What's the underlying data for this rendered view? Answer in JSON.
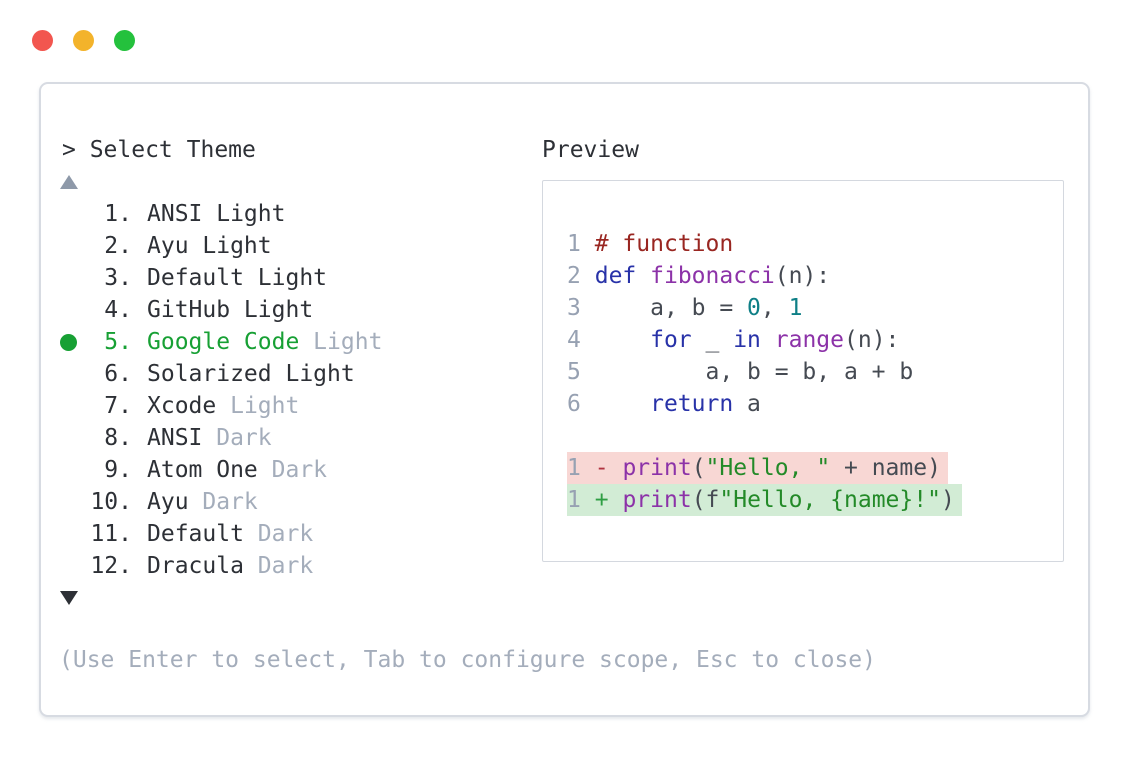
{
  "colors": {
    "traffic_red": "#f2564f",
    "traffic_yellow": "#f3b32b",
    "traffic_green": "#24c13d",
    "panel_border": "#d7dbe2",
    "text_dark": "#2d3036",
    "text_muted": "#a4adbb",
    "line_number": "#97a1b2",
    "selected_green": "#17a034",
    "scroll_up": "#8e99a9",
    "code_plain": "#454a52",
    "code_comment": "#992621",
    "code_keyword": "#2832a8",
    "code_function": "#8c32a8",
    "code_literal": "#0e7f86",
    "code_string": "#238a28",
    "diff_minus": "#b03340",
    "diff_plus": "#2f9e44",
    "removed_bg": "#f8d7d4",
    "added_bg": "#d2ecd5"
  },
  "window": {
    "controls": [
      "close",
      "minimize",
      "maximize"
    ]
  },
  "picker": {
    "prompt": "> Select Theme",
    "hint": "(Use Enter to select, Tab to configure scope, Esc to close)",
    "scroll_up_icon": "triangle-up",
    "scroll_down_icon": "triangle-down"
  },
  "theme_list": {
    "selected_index": 5,
    "items": [
      {
        "number": "1.",
        "primary": "ANSI Light",
        "secondary": "",
        "selected": false
      },
      {
        "number": "2.",
        "primary": "Ayu Light",
        "secondary": "",
        "selected": false
      },
      {
        "number": "3.",
        "primary": "Default Light",
        "secondary": "",
        "selected": false
      },
      {
        "number": "4.",
        "primary": "GitHub Light",
        "secondary": "",
        "selected": false
      },
      {
        "number": "5.",
        "primary": "Google Code",
        "secondary": "Light",
        "selected": true
      },
      {
        "number": "6.",
        "primary": "Solarized Light",
        "secondary": "",
        "selected": false
      },
      {
        "number": "7.",
        "primary": "Xcode",
        "secondary": "Light",
        "selected": false
      },
      {
        "number": "8.",
        "primary": "ANSI",
        "secondary": "Dark",
        "selected": false
      },
      {
        "number": "9.",
        "primary": "Atom One",
        "secondary": "Dark",
        "selected": false
      },
      {
        "number": "10.",
        "primary": "Ayu",
        "secondary": "Dark",
        "selected": false
      },
      {
        "number": "11.",
        "primary": "Default",
        "secondary": "Dark",
        "selected": false
      },
      {
        "number": "12.",
        "primary": "Dracula",
        "secondary": "Dark",
        "selected": false
      }
    ]
  },
  "preview": {
    "label": "Preview",
    "lines": [
      {
        "kind": "code",
        "segments": [
          {
            "text": "1",
            "style": "num"
          },
          {
            "text": " ",
            "style": "pln"
          },
          {
            "text": "# function",
            "style": "com"
          }
        ]
      },
      {
        "kind": "code",
        "segments": [
          {
            "text": "2",
            "style": "num"
          },
          {
            "text": " ",
            "style": "pln"
          },
          {
            "text": "def",
            "style": "kwd"
          },
          {
            "text": " ",
            "style": "pln"
          },
          {
            "text": "fibonacci",
            "style": "fn"
          },
          {
            "text": "(n):",
            "style": "pln"
          }
        ]
      },
      {
        "kind": "code",
        "segments": [
          {
            "text": "3",
            "style": "num"
          },
          {
            "text": "     a, b = ",
            "style": "pln"
          },
          {
            "text": "0",
            "style": "lit"
          },
          {
            "text": ", ",
            "style": "pln"
          },
          {
            "text": "1",
            "style": "lit"
          }
        ]
      },
      {
        "kind": "code",
        "segments": [
          {
            "text": "4",
            "style": "num"
          },
          {
            "text": "     ",
            "style": "pln"
          },
          {
            "text": "for",
            "style": "kwd"
          },
          {
            "text": " _ ",
            "style": "pln"
          },
          {
            "text": "in",
            "style": "kwd"
          },
          {
            "text": " ",
            "style": "pln"
          },
          {
            "text": "range",
            "style": "fn"
          },
          {
            "text": "(n):",
            "style": "pln"
          }
        ]
      },
      {
        "kind": "code",
        "segments": [
          {
            "text": "5",
            "style": "num"
          },
          {
            "text": "         a, b = b, a + b",
            "style": "pln"
          }
        ]
      },
      {
        "kind": "code",
        "segments": [
          {
            "text": "6",
            "style": "num"
          },
          {
            "text": "     ",
            "style": "pln"
          },
          {
            "text": "return",
            "style": "kwd"
          },
          {
            "text": " a",
            "style": "pln"
          }
        ]
      },
      {
        "kind": "blank",
        "segments": []
      },
      {
        "kind": "removed",
        "segments": [
          {
            "text": "1",
            "style": "num"
          },
          {
            "text": " ",
            "style": "pln"
          },
          {
            "text": "-",
            "style": "del"
          },
          {
            "text": " ",
            "style": "pln"
          },
          {
            "text": "print",
            "style": "fn"
          },
          {
            "text": "(",
            "style": "pln"
          },
          {
            "text": "\"Hello, \"",
            "style": "str"
          },
          {
            "text": " + name)",
            "style": "pln"
          }
        ]
      },
      {
        "kind": "added",
        "segments": [
          {
            "text": "1",
            "style": "num"
          },
          {
            "text": " ",
            "style": "pln"
          },
          {
            "text": "+",
            "style": "add"
          },
          {
            "text": " ",
            "style": "pln"
          },
          {
            "text": "print",
            "style": "fn"
          },
          {
            "text": "(f",
            "style": "pln"
          },
          {
            "text": "\"Hello, {name}!\"",
            "style": "str"
          },
          {
            "text": ")",
            "style": "pln"
          }
        ]
      }
    ]
  }
}
